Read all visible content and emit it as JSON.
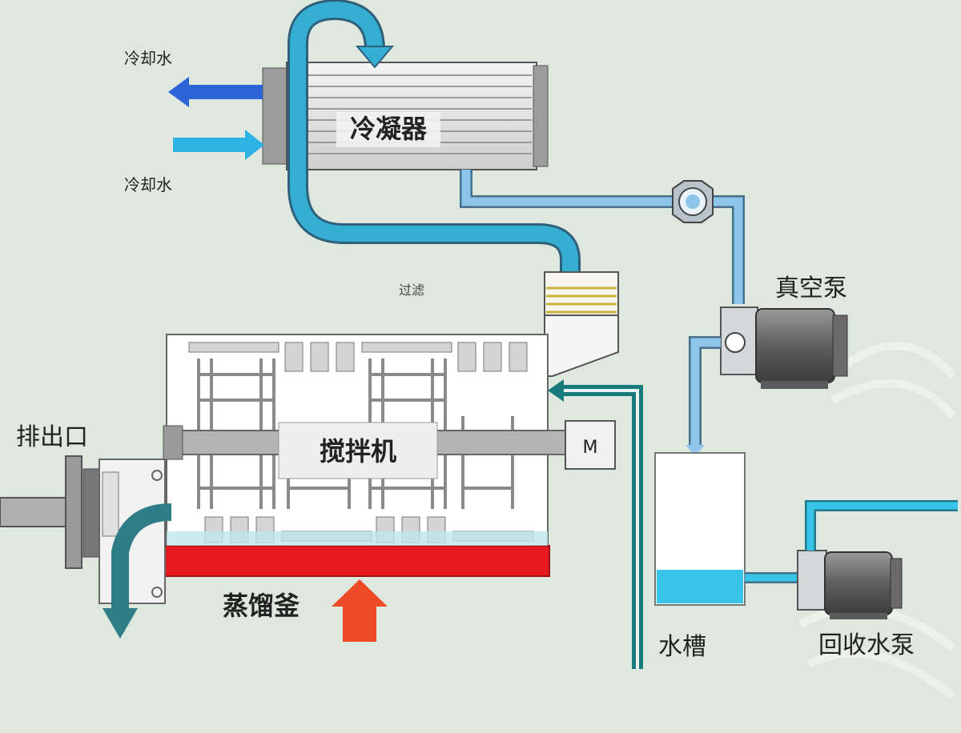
{
  "diagram": {
    "labels": {
      "cooling_water_out": "冷却水",
      "cooling_water_in": "冷却水",
      "condenser": "冷凝器",
      "filter": "过滤",
      "vacuum_pump": "真空泵",
      "discharge_port": "排出口",
      "mixer": "搅拌机",
      "motor": "M",
      "still": "蒸馏釜",
      "water_tank": "水槽",
      "recovery_pump": "回收水泵"
    },
    "colors": {
      "background": "#dfe8df",
      "pipe_light_blue": "#8ec5ea",
      "pipe_cyan": "#35aed3",
      "pipe_teal": "#187a7c",
      "heater_red": "#e8191f",
      "heat_arrow": "#ee4a25",
      "cooling_out_arrow": "#2c63d6",
      "cooling_in_arrow": "#2cb3e3"
    }
  }
}
